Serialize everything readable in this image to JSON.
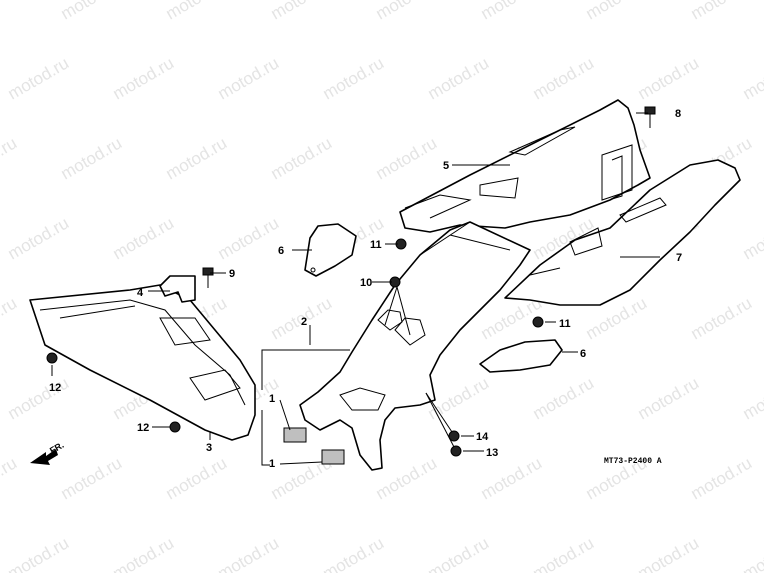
{
  "watermark": "motod.ru",
  "diagram_code": "MT73-P2400 A",
  "direction_label": "FR.",
  "callouts": [
    "1",
    "1",
    "2",
    "3",
    "4",
    "5",
    "6",
    "6",
    "7",
    "8",
    "9",
    "10",
    "11",
    "11",
    "12",
    "12",
    "13",
    "14"
  ]
}
